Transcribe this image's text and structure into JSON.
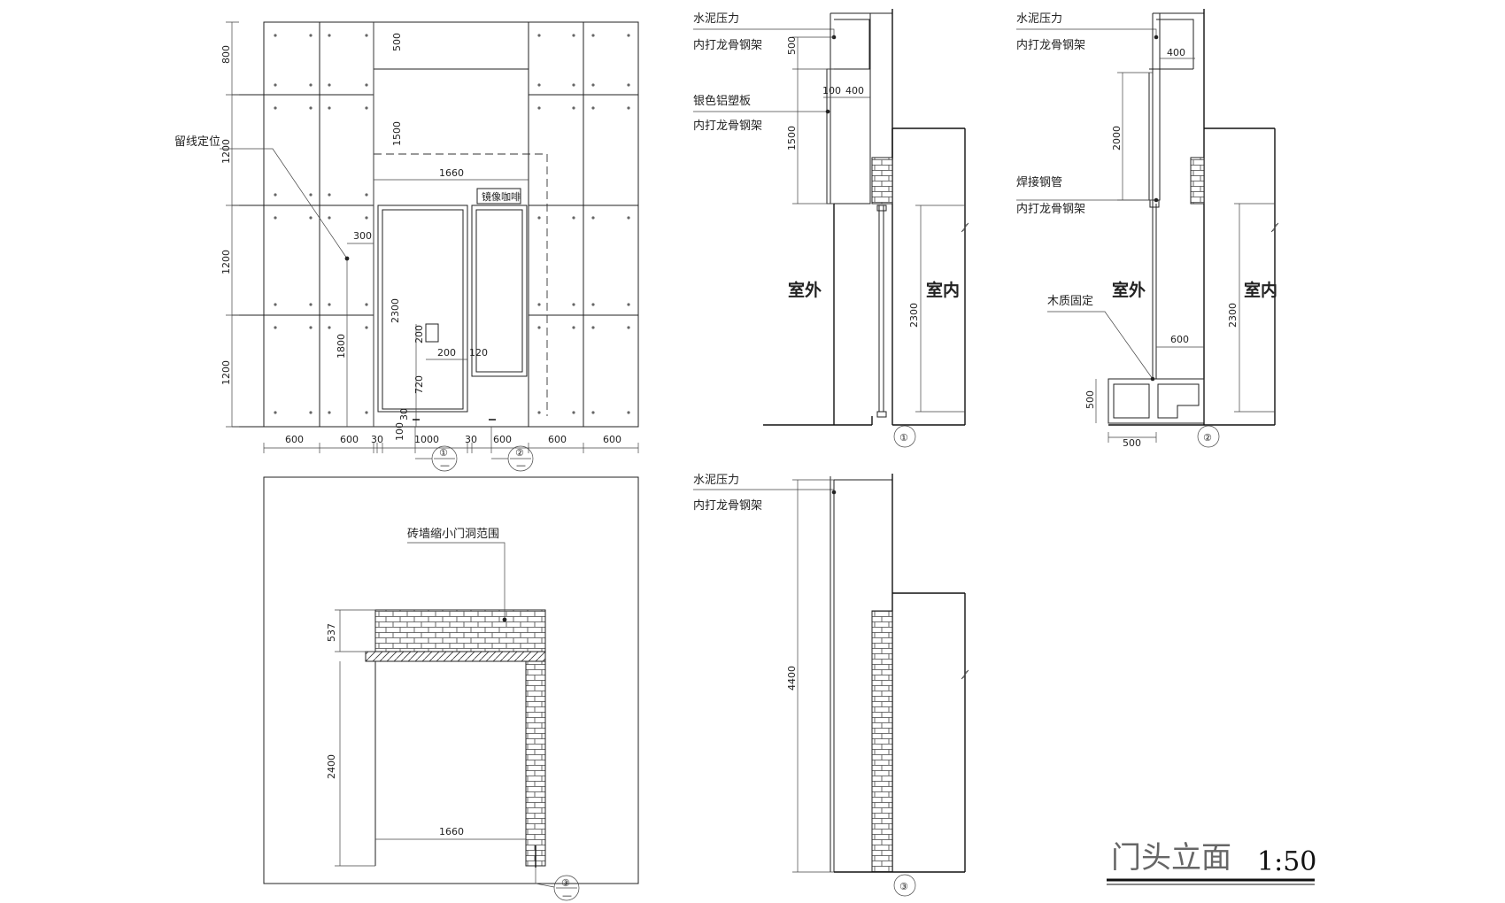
{
  "front_elevation": {
    "dims_left": [
      "800",
      "1200",
      "1200",
      "1200"
    ],
    "dims_bottom": [
      "600",
      "600",
      "30",
      "100",
      "1000",
      "30",
      "600",
      "600",
      "600"
    ],
    "dim_door_top": "500",
    "dim_door_upper": "1500",
    "dim_door_width": "1660",
    "dim_door_height": "2300",
    "dim_1800": "1800",
    "dim_720": "720",
    "dim_200_v": "200",
    "dim_200_h": "200",
    "dim_120": "120",
    "dim_300": "300",
    "dim_30": "30",
    "sign_text": "镜像咖啡",
    "wire_label": "留线定位",
    "marker_1": "①",
    "marker_2": "②",
    "marker_dash": "—"
  },
  "brick_elevation": {
    "label": "砖墙缩小门洞范围",
    "dim_537": "537",
    "dim_2400": "2400",
    "dim_1660": "1660",
    "marker_3": "③",
    "marker_dash": "—"
  },
  "section_1": {
    "label_a1": "水泥压力",
    "label_a2": "内打龙骨钢架",
    "label_b1": "银色铝塑板",
    "label_b2": "内打龙骨钢架",
    "dim_500": "500",
    "dim_100": "100",
    "dim_400": "400",
    "dim_1500": "1500",
    "dim_2300": "2300",
    "outside": "室外",
    "inside": "室内",
    "marker": "①"
  },
  "section_2": {
    "label_a1": "水泥压力",
    "label_a2": "内打龙骨钢架",
    "label_b1": "焊接钢管",
    "label_b2": "内打龙骨钢架",
    "label_c": "木质固定",
    "dim_400": "400",
    "dim_2000": "2000",
    "dim_2300": "2300",
    "dim_600": "600",
    "dim_500_v": "500",
    "dim_500_h": "500",
    "outside": "室外",
    "inside": "室内",
    "marker": "②"
  },
  "section_3": {
    "label_a1": "水泥压力",
    "label_a2": "内打龙骨钢架",
    "dim_4400": "4400",
    "marker": "③"
  },
  "title_block": {
    "title": "门头立面",
    "scale": "1:50"
  }
}
